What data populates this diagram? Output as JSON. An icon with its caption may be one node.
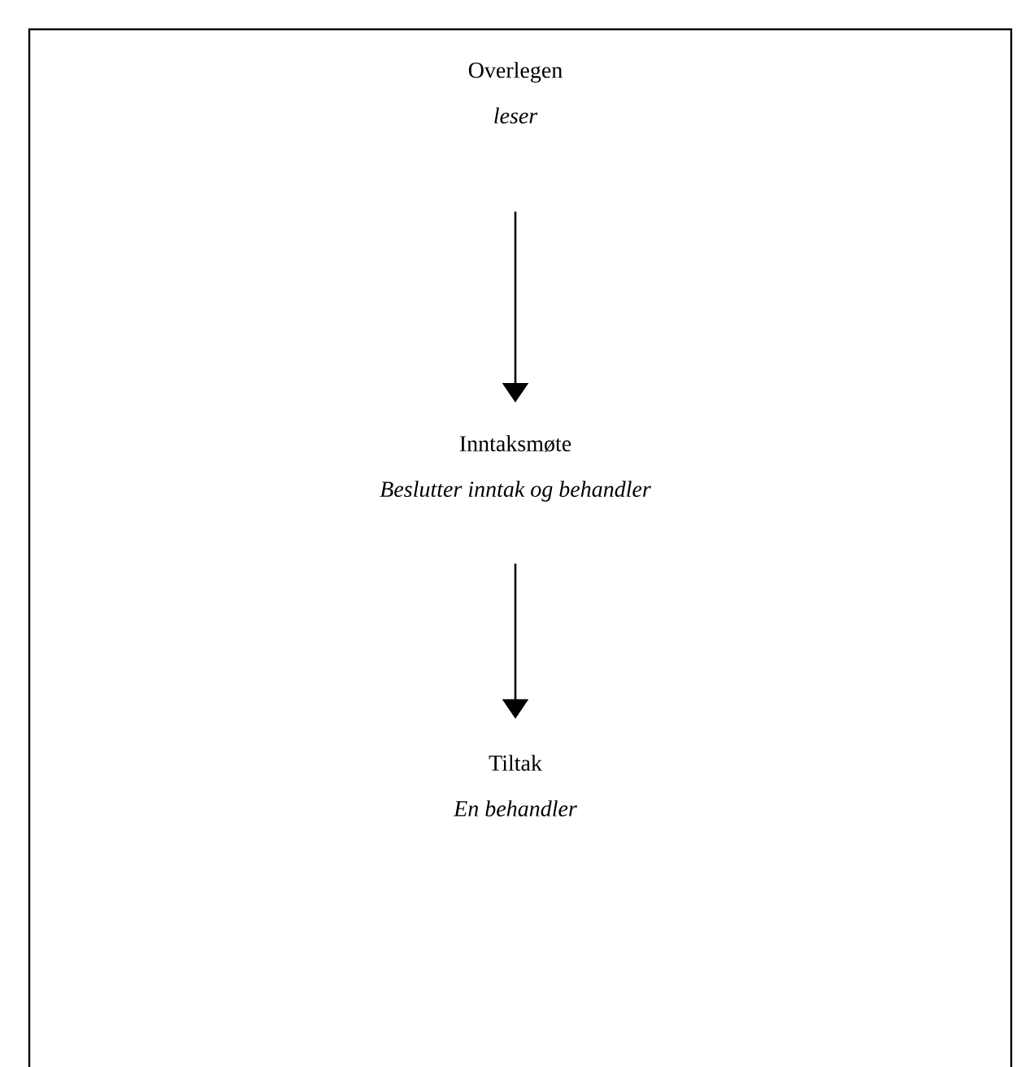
{
  "diagram": {
    "nodes": [
      {
        "text": [
          "Overlegen",
          "leser"
        ]
      },
      {
        "text": [
          "Inntaksmøte",
          "Beslutter inntak og behandler"
        ]
      },
      {
        "text": [
          "Tiltak",
          "En behandler"
        ]
      }
    ],
    "edges": [
      {
        "from": 0,
        "to": 1,
        "arrow": "to"
      },
      {
        "from": 1,
        "to": 2,
        "arrow": "to"
      }
    ]
  }
}
